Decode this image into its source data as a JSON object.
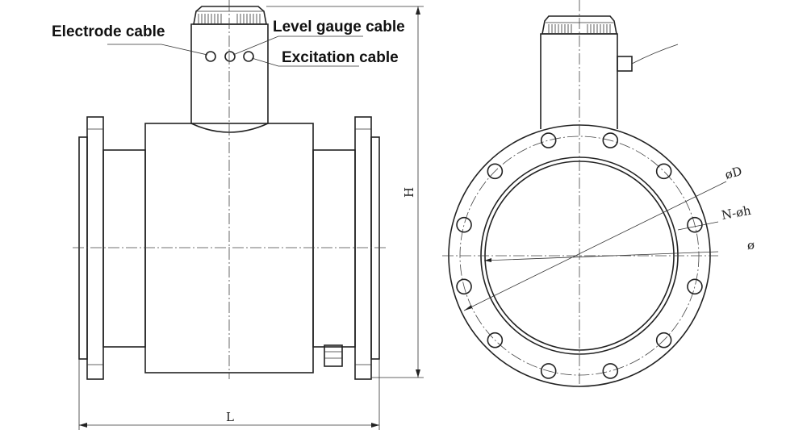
{
  "labels": {
    "electrode": "Electrode cable",
    "level_gauge": "Level gauge cable",
    "excitation": "Excitation cable"
  },
  "dimensions": {
    "height": "H",
    "length": "L",
    "flange_outer_dia": "øD",
    "bolt_holes": "N-øh",
    "inner_dia": "ø"
  },
  "bolt_count": 12
}
